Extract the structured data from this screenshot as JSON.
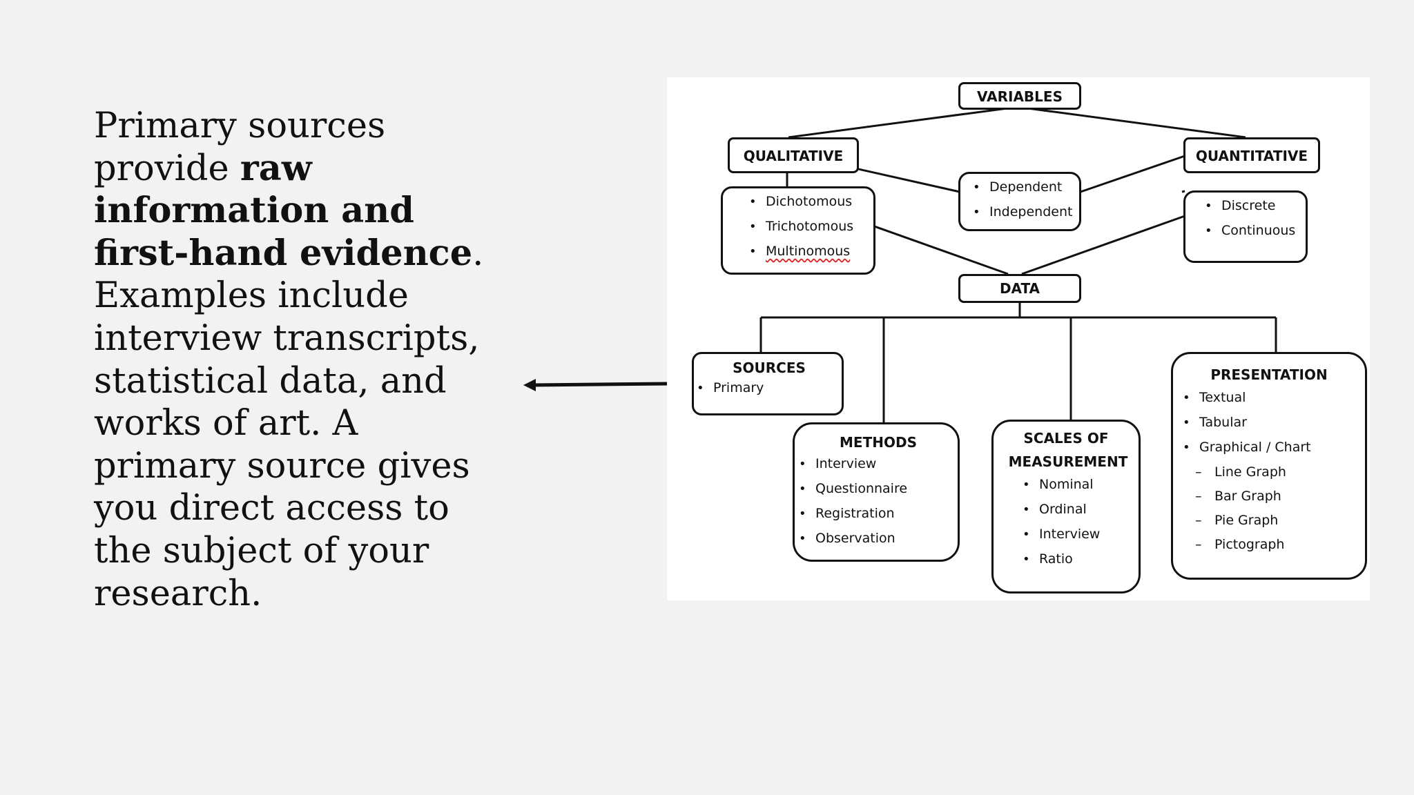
{
  "slide": {
    "text": {
      "part1": "Primary sources provide ",
      "bold": "raw information and first-hand evidence",
      "part2": ". Examples include interview transcripts, statistical data, and works of art. A primary source gives you direct access to the subject of your research."
    }
  },
  "diagram": {
    "variables": "VARIABLES",
    "qualitative": {
      "title": "QUALITATIVE",
      "items": [
        "Dichotomous",
        "Trichotomous",
        "Multinomous"
      ]
    },
    "middle": {
      "items": [
        "Dependent",
        "Independent"
      ]
    },
    "quantitative": {
      "title": "QUANTITATIVE",
      "items": [
        "Discrete",
        "Continuous"
      ]
    },
    "data": "DATA",
    "sources": {
      "title": "SOURCES",
      "items": [
        "Primary"
      ]
    },
    "methods": {
      "title": "METHODS",
      "items": [
        "Interview",
        "Questionnaire",
        "Registration",
        "Observation"
      ]
    },
    "scales": {
      "title_line1": "SCALES OF",
      "title_line2": "MEASUREMENT",
      "items": [
        "Nominal",
        "Ordinal",
        "Interview",
        "Ratio"
      ]
    },
    "presentation": {
      "title": "PRESENTATION",
      "items": [
        "Textual",
        "Tabular",
        "Graphical / Chart"
      ],
      "subitems": [
        "Line Graph",
        "Bar Graph",
        "Pie Graph",
        "Pictograph"
      ]
    },
    "bullet": "•",
    "dash": "–"
  }
}
